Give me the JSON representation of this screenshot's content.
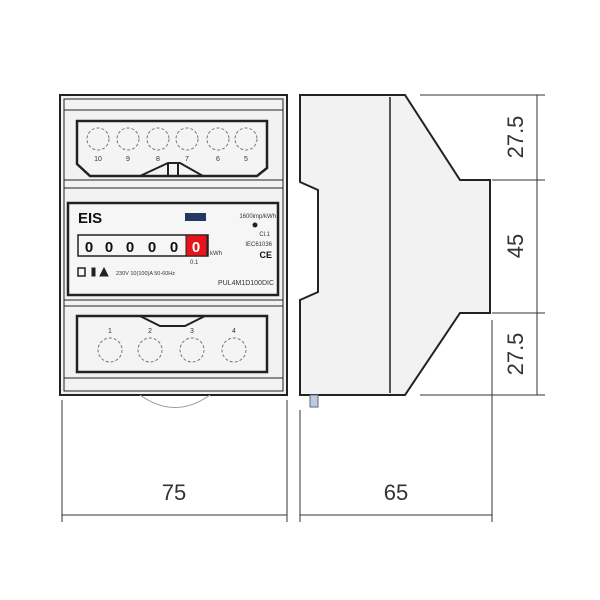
{
  "front": {
    "top_terminals": [
      "10",
      "9",
      "8",
      "7",
      "6",
      "5"
    ],
    "bottom_terminals": [
      "1",
      "2",
      "3",
      "4"
    ],
    "logo": "EIS",
    "impulse": "1600imp/kWh",
    "class": "Cl.1",
    "standard": "IEC61036",
    "ce_mark": "CE",
    "counter_digits": [
      "0",
      "0",
      "0",
      "0",
      "0",
      "0"
    ],
    "unit": "kWh",
    "resolution": "0.1",
    "rating": "230V 10(100)A 50-60Hz",
    "model": "PUL4M1D100DIC",
    "accent_color": "#e8141b",
    "led_color": "#1f3864"
  },
  "dimensions": {
    "width": "75",
    "depth": "65",
    "height_top": "27.5",
    "height_middle": "45",
    "height_bottom": "27.5"
  }
}
